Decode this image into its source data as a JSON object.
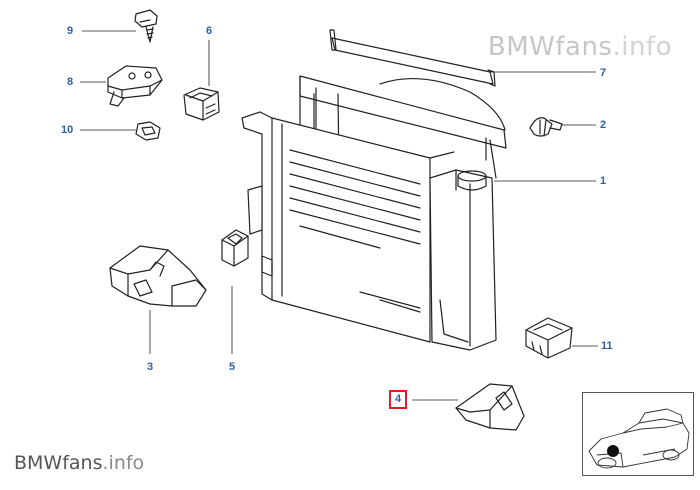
{
  "diagram": {
    "callouts": [
      {
        "id": "9",
        "label": "9"
      },
      {
        "id": "6",
        "label": "6"
      },
      {
        "id": "8",
        "label": "8"
      },
      {
        "id": "10",
        "label": "10"
      },
      {
        "id": "7",
        "label": "7"
      },
      {
        "id": "2",
        "label": "2"
      },
      {
        "id": "1",
        "label": "1"
      },
      {
        "id": "3",
        "label": "3"
      },
      {
        "id": "5",
        "label": "5"
      },
      {
        "id": "11",
        "label": "11"
      },
      {
        "id": "4",
        "label": "4"
      }
    ],
    "highlighted_part": "4"
  },
  "watermark": {
    "brand": "BMWfans",
    "suffix": ".info"
  },
  "colors": {
    "callout": "#2f5f9e",
    "highlight_border": "#e02020",
    "line_art": "#222222"
  }
}
